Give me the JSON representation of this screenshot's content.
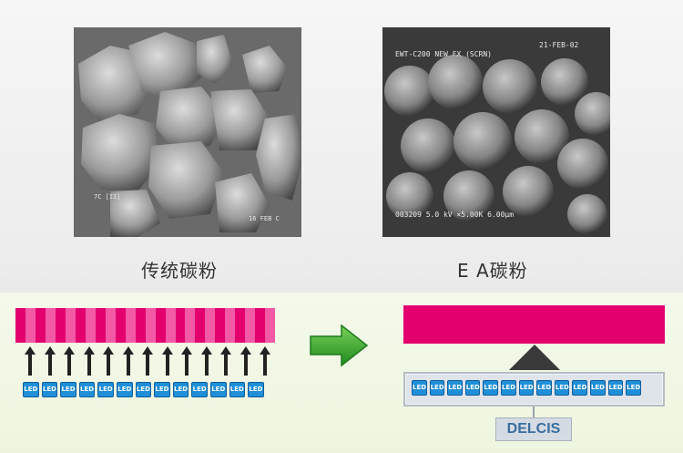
{
  "captions": {
    "left": "传统碳粉",
    "right": "E A碳粉"
  },
  "sem_left": {
    "label_top": "7C [II]",
    "label_bottom": "16 FEB C"
  },
  "sem_right": {
    "header_left": "EWT-C200 NEW FX (SCRN)",
    "header_right": "21-FEB-02",
    "footer": "003209 5.0 kV ×5.00K 6.00μm"
  },
  "led_label": "LED",
  "left_led_count": 13,
  "right_led_count": 13,
  "delcis_label": "DELCIS",
  "colors": {
    "magenta": "#e3006e",
    "magenta_light": "#f25aa6",
    "led_blue": "#1f8fd8",
    "green_arrow": "#2fa32f"
  }
}
